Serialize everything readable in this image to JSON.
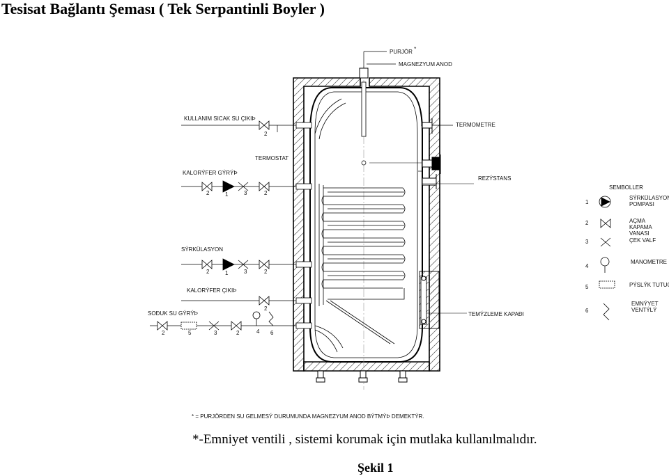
{
  "title": "Tesisat Bağlantı Şeması ( Tek Serpantinli Boyler )",
  "labels": {
    "purjor": "PURJÖR",
    "purjor_mark": "*",
    "magnezyum_anod": "MAGNEZYUM ANOD",
    "kullanim_sicak_su": "KULLANIM SICAK SU ÇIKIÞ",
    "termometre": "TERMOMETRE",
    "termostat": "TERMOSTAT",
    "kalorifer_giris": "KALORÝFER GÝRÝÞ",
    "rezistans": "REZÝSTANS",
    "sirkulasyon": "SÝRKÜLASYON",
    "kalorifer_cikis": "KALORÝFER ÇIKIÞ",
    "soguk_su_giris": "SOÐUK SU GÝRÝÞ",
    "temizleme_kapagi": "TEMÝZLEME KAPAÐI"
  },
  "numbers": {
    "kullanim": "2",
    "kalorifer_giris": [
      "2",
      "1",
      "3",
      "2"
    ],
    "sirkulasyon": [
      "2",
      "1",
      "3",
      "2"
    ],
    "kalorifer_cikis": "2",
    "soguk_su": [
      "2",
      "5",
      "3",
      "2",
      "4",
      "6"
    ]
  },
  "legend": {
    "title": "SEMBOLLER",
    "items": [
      {
        "num": "1",
        "label": "SÝRKÜLASYON POMPASI",
        "icon": "pump-icon"
      },
      {
        "num": "2",
        "label": "AÇMA KAPAMA VANASI",
        "icon": "gate-valve-icon"
      },
      {
        "num": "3",
        "label": "ÇEK VALF",
        "icon": "check-valve-icon"
      },
      {
        "num": "4",
        "label": "MANOMETRE",
        "icon": "manometer-icon"
      },
      {
        "num": "5",
        "label": "PÝSLÝK TUTUCU",
        "icon": "strainer-icon"
      },
      {
        "num": "6",
        "label": "EMNÝYET VENTÝLÝ",
        "icon": "safety-valve-icon"
      }
    ]
  },
  "footnote": "* = PURJÖRDEN SU GELMESÝ DURUMUNDA MAGNEZYUM ANOD BÝTMÝÞ DEMEKTÝR.",
  "note": "*-Emniyet ventili , sistemi korumak için mutlaka kullanılmalıdır.",
  "figure_caption": "Şekil 1"
}
